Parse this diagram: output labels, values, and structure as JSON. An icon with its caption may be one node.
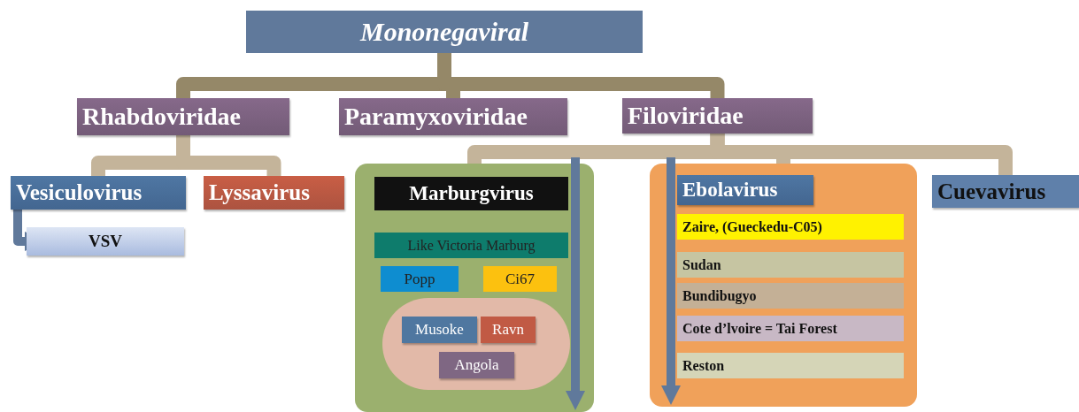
{
  "diagram": {
    "nodes": [
      {
        "text": [
          "Mononegaviral"
        ]
      },
      {
        "text": [
          "Rhabdoviridae"
        ]
      },
      {
        "text": [
          "Paramyxoviridae"
        ]
      },
      {
        "text": [
          "Filoviridae"
        ]
      },
      {
        "text": [
          "Vesiculovirus"
        ]
      },
      {
        "text": [
          "Lyssavirus"
        ]
      },
      {
        "text": [
          "VSV"
        ]
      },
      {
        "text": [],
        "shape": "box"
      },
      {
        "text": [
          "Marburgvirus"
        ],
        "in": 7
      },
      {
        "text": [
          "Like Victoria Marburg"
        ],
        "in": 7
      },
      {
        "text": [
          "Popp"
        ],
        "in": 7
      },
      {
        "text": [
          "Ci67"
        ],
        "in": 7
      },
      {
        "text": [],
        "shape": "oval",
        "in": 7
      },
      {
        "text": [
          "Musoke"
        ],
        "in": 12
      },
      {
        "text": [
          "Ravn"
        ],
        "in": 12
      },
      {
        "text": [
          "Angola"
        ],
        "in": 12
      },
      {
        "text": [],
        "shape": "box"
      },
      {
        "text": [
          "Ebolavirus"
        ],
        "in": 16
      },
      {
        "text": [
          "Zaire, (Gueckedu-C05)"
        ],
        "in": 16
      },
      {
        "text": [
          "Sudan"
        ],
        "in": 16
      },
      {
        "text": [
          "Bundibugyo"
        ],
        "in": 16
      },
      {
        "text": [
          "Cote d’lvoire = Tai Forest"
        ],
        "in": 16
      },
      {
        "text": [
          "Reston"
        ],
        "in": 16
      },
      {
        "text": [
          "Cuevavirus"
        ]
      }
    ],
    "edges": [
      {
        "from": 0,
        "to": 1,
        "arrow": "none",
        "color": "#958868"
      },
      {
        "from": 0,
        "to": 2,
        "arrow": "none",
        "color": "#958868"
      },
      {
        "from": 0,
        "to": 3,
        "arrow": "none",
        "color": "#958868"
      },
      {
        "from": 1,
        "to": 4,
        "arrow": "none"
      },
      {
        "from": 1,
        "to": 5,
        "arrow": "none"
      },
      {
        "from": 4,
        "to": 6,
        "arrow": "to",
        "color": "#60799b"
      },
      {
        "from": 3,
        "to": 7,
        "arrow": "none"
      },
      {
        "from": 3,
        "to": 16,
        "arrow": "none"
      },
      {
        "from": 3,
        "to": 23,
        "arrow": "none"
      },
      {
        "from": null,
        "to": 7,
        "arrow": "to",
        "color": "#60799b"
      },
      {
        "from": null,
        "to": 16,
        "arrow": "to",
        "color": "#60799b"
      }
    ]
  }
}
